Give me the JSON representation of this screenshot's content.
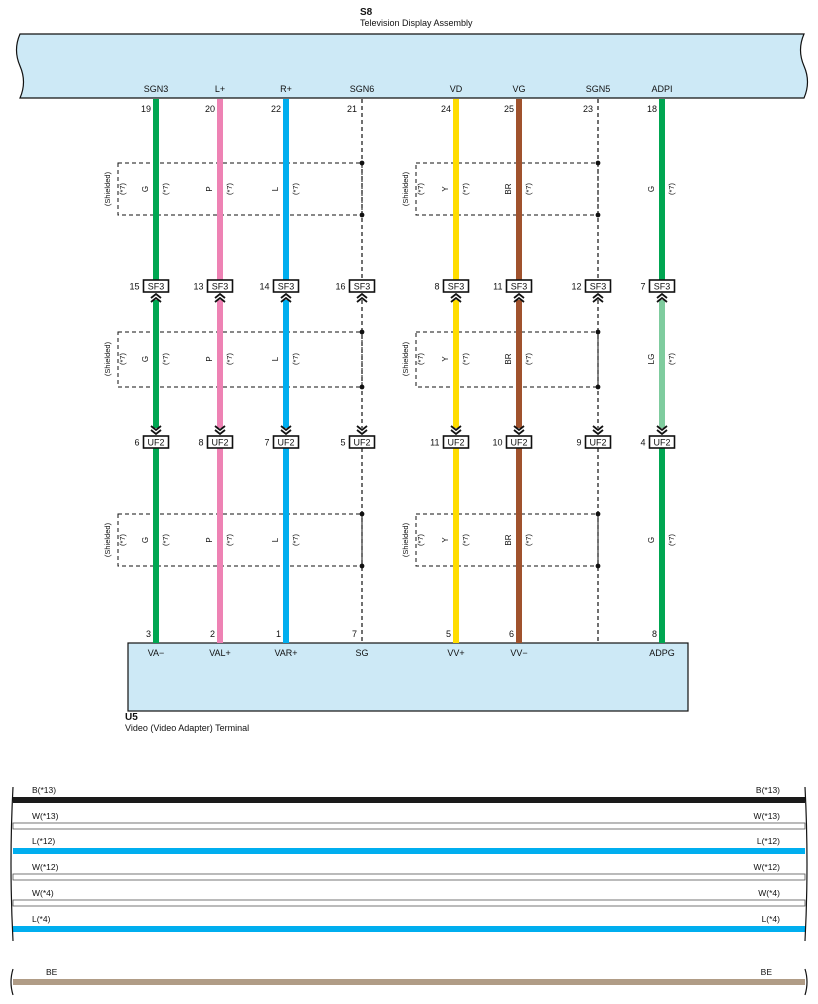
{
  "top_component": {
    "id": "S8",
    "name": "Television Display Assembly",
    "fill": "#cde9f6"
  },
  "bottom_component": {
    "id": "U5",
    "name": "Video (Video Adapter) Terminal",
    "fill": "#cde9f6"
  },
  "connectors": {
    "upper": "SF3",
    "lower": "UF2"
  },
  "shield_label": "(Shielded)",
  "star_note": "(*7)",
  "wires": [
    {
      "top_signal": "SGN3",
      "top_pin": "19",
      "color_code": [
        "G",
        "G",
        "G"
      ],
      "hex": [
        "#00a651",
        "#00a651",
        "#00a651"
      ],
      "sf3_pin": "15",
      "uf2_pin": "6",
      "bottom_pin": "3",
      "bottom_signal": "VA−",
      "dashed": false
    },
    {
      "top_signal": "L+",
      "top_pin": "20",
      "color_code": [
        "P",
        "P",
        "P"
      ],
      "hex": [
        "#ee82b4",
        "#ee82b4",
        "#ee82b4"
      ],
      "sf3_pin": "13",
      "uf2_pin": "8",
      "bottom_pin": "2",
      "bottom_signal": "VAL+",
      "dashed": false
    },
    {
      "top_signal": "R+",
      "top_pin": "22",
      "color_code": [
        "L",
        "L",
        "L"
      ],
      "hex": [
        "#00aeef",
        "#00aeef",
        "#00aeef"
      ],
      "sf3_pin": "14",
      "uf2_pin": "7",
      "bottom_pin": "1",
      "bottom_signal": "VAR+",
      "dashed": false
    },
    {
      "top_signal": "SGN6",
      "top_pin": "21",
      "color_code": [
        "",
        "",
        ""
      ],
      "hex": [
        "#111111",
        "#111111",
        "#111111"
      ],
      "sf3_pin": "16",
      "uf2_pin": "5",
      "bottom_pin": "7",
      "bottom_signal": "SG",
      "dashed": true
    },
    {
      "top_signal": "VD",
      "top_pin": "24",
      "color_code": [
        "Y",
        "Y",
        "Y"
      ],
      "hex": [
        "#ffdd00",
        "#ffdd00",
        "#ffdd00"
      ],
      "sf3_pin": "8",
      "uf2_pin": "11",
      "bottom_pin": "5",
      "bottom_signal": "VV+",
      "dashed": false
    },
    {
      "top_signal": "VG",
      "top_pin": "25",
      "color_code": [
        "BR",
        "BR",
        "BR"
      ],
      "hex": [
        "#a0522d",
        "#a0522d",
        "#a0522d"
      ],
      "sf3_pin": "11",
      "uf2_pin": "10",
      "bottom_pin": "6",
      "bottom_signal": "VV−",
      "dashed": false
    },
    {
      "top_signal": "SGN5",
      "top_pin": "23",
      "color_code": [
        "",
        "",
        ""
      ],
      "hex": [
        "#111111",
        "#111111",
        "#111111"
      ],
      "sf3_pin": "12",
      "uf2_pin": "9",
      "bottom_pin": "",
      "bottom_signal": "",
      "dashed": true
    },
    {
      "top_signal": "ADPI",
      "top_pin": "18",
      "color_code": [
        "G",
        "LG",
        "G"
      ],
      "hex": [
        "#00a651",
        "#7fcc9e",
        "#00a651"
      ],
      "sf3_pin": "7",
      "uf2_pin": "4",
      "bottom_pin": "8",
      "bottom_signal": "ADPG",
      "dashed": false
    }
  ],
  "harness_legend": [
    {
      "label": "B(*13)",
      "hex": "#1a1a1a",
      "thick": true
    },
    {
      "label": "W(*13)",
      "hex": "#ffffff",
      "thick": false
    },
    {
      "label": "L(*12)",
      "hex": "#00aeef",
      "thick": true
    },
    {
      "label": "W(*12)",
      "hex": "#ffffff",
      "thick": false
    },
    {
      "label": "W(*4)",
      "hex": "#ffffff",
      "thick": false
    },
    {
      "label": "L(*4)",
      "hex": "#00aeef",
      "thick": true
    }
  ],
  "harness_extra": {
    "label": "BE",
    "hex": "#b09c86"
  }
}
